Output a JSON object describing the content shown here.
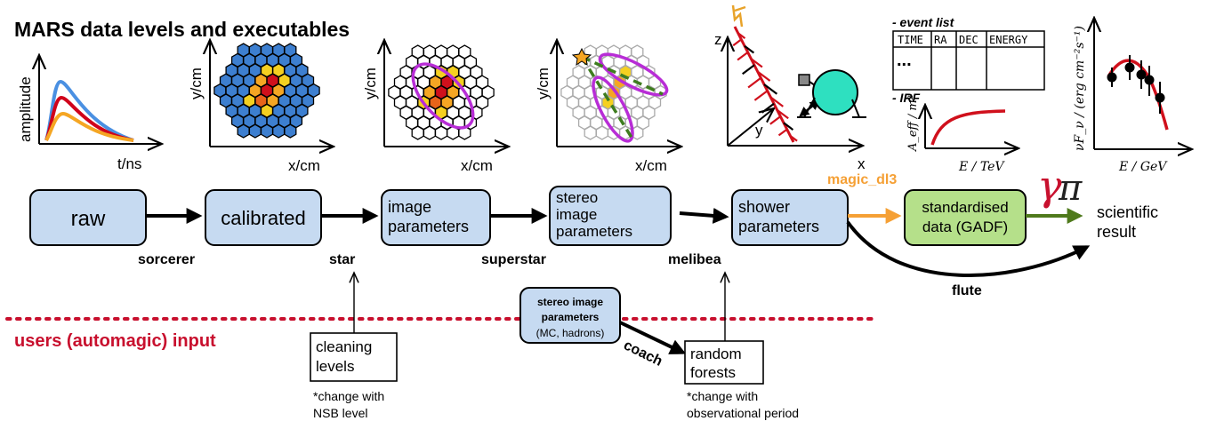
{
  "title": "MARS data levels and executables",
  "panels": {
    "pulse": {
      "ylabel": "amplitude",
      "xlabel": "t/ns",
      "colors": [
        "#4a90e2",
        "#d0021b",
        "#f5a623"
      ]
    },
    "camera": {
      "ylabel": "y/cm",
      "xlabel": "x/cm"
    },
    "cleaned": {
      "ylabel": "y/cm",
      "xlabel": "x/cm"
    },
    "stereo": {
      "ylabel": "y/cm",
      "xlabel": "x/cm"
    },
    "shower": {
      "z": "z",
      "y": "y",
      "x": "x"
    },
    "dl3": {
      "event_list_title": "- event list",
      "columns": [
        "TIME",
        "RA",
        "DEC",
        "ENERGY"
      ],
      "ellipsis": "...",
      "irf_title": "- IRF",
      "irf_ylabel": "A_eff / m²",
      "irf_xlabel": "E / TeV"
    },
    "sed": {
      "ylabel": "νF_ν / (erg cm⁻²s⁻¹)",
      "xlabel": "E / GeV"
    }
  },
  "boxes": {
    "raw": "raw",
    "calibrated": "calibrated",
    "image_1": "image",
    "image_2": "parameters",
    "stereo_1": "stereo",
    "stereo_2": "image",
    "stereo_3": "parameters",
    "shower_1": "shower",
    "shower_2": "parameters",
    "gadf_1": "standardised",
    "gadf_2": "data (GADF)",
    "result_1": "scientific",
    "result_2": "result"
  },
  "executables": {
    "sorcerer": "sorcerer",
    "star": "star",
    "superstar": "superstar",
    "melibea": "melibea",
    "magic_dl3": "magic_dl3",
    "flute": "flute",
    "coach": "coach"
  },
  "logo": {
    "gamma": "γ",
    "pi": "π"
  },
  "inputs": {
    "label": "users (automagic) input",
    "cleaning_1": "cleaning",
    "cleaning_2": "levels",
    "cleaning_note_1": "*change with",
    "cleaning_note_2": "NSB level",
    "mc_1": "stereo image",
    "mc_2": "parameters",
    "mc_3": "(MC, hadrons)",
    "forests_1": "random",
    "forests_2": "forests",
    "forests_note_1": "*change with",
    "forests_note_2": "observational period"
  },
  "colors": {
    "box_blue": "#c6daf1",
    "box_green": "#b5e08a",
    "dl3_orange": "#f5a035",
    "green_arrow": "#4f7a1c",
    "user_red": "#c8102e",
    "hex_blue": "#3d7fd0",
    "ellipse_purple": "#b82dd6",
    "track_green": "#3f7d1f",
    "telescope_teal": "#2ee0c0",
    "red_curve": "#d0101c"
  }
}
